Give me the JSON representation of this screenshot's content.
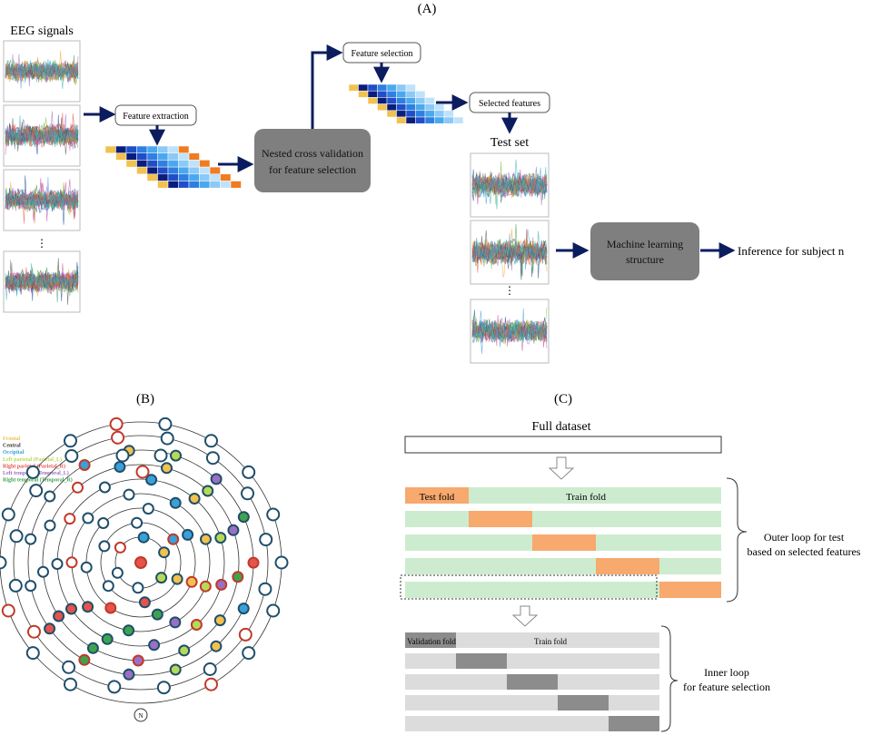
{
  "panel_a": {
    "label": "(A)",
    "eeg_title": "EEG signals",
    "ellipsis": "⋮",
    "feature_extraction": "Feature extraction",
    "nested_cv_line1": "Nested cross validation",
    "nested_cv_line2": "for feature selection",
    "feature_selection": "Feature selection",
    "selected_features": "Selected features",
    "test_set": "Test set",
    "ml_line1": "Machine learning",
    "ml_line2": "structure",
    "inference": "Inference for subject n"
  },
  "panel_b": {
    "label": "(B)",
    "legend": [
      {
        "text": "Frontal",
        "color": "#f2c14e"
      },
      {
        "text": "Central",
        "color": "#333333"
      },
      {
        "text": "Occipital",
        "color": "#3aa0d8"
      },
      {
        "text": "Left parietal (Parietal_L)",
        "color": "#b6d957"
      },
      {
        "text": "Right parietal (Parietal_R)",
        "color": "#e5534b"
      },
      {
        "text": "Left temporal (Temporal_L)",
        "color": "#9b6fc3"
      },
      {
        "text": "Right temporal (Temporal_R)",
        "color": "#3fa34d"
      }
    ],
    "bottom_label": "N"
  },
  "panel_c": {
    "label": "(C)",
    "full_dataset": "Full dataset",
    "test_fold": "Test fold",
    "train_fold": "Train fold",
    "outer_line1": "Outer loop for test",
    "outer_line2": "based on selected features",
    "validation_fold": "Validation fold",
    "inner_train_fold": "Train fold",
    "inner_line1": "Inner loop",
    "inner_line2": "for feature selection"
  },
  "colors": {
    "arrow": "#0b1d5e",
    "grey_box": "#7f7f7f",
    "test_fold": "#f7a96e",
    "train_fold": "#cdeccf",
    "validation_fold": "#8c8c8c",
    "inner_train": "#dcdcdc"
  }
}
